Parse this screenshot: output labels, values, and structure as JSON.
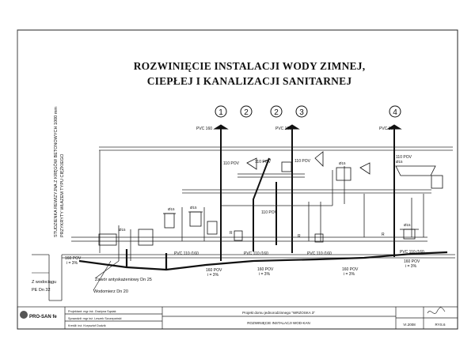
{
  "title": {
    "line1": "ROZWINIĘCIE  INSTALACJI WODY ZIMNEJ,",
    "line2": "CIEPŁEJ I KANALIZACJI SANITARNEJ"
  },
  "risers": [
    "1",
    "2",
    "2",
    "3",
    "4"
  ],
  "side_note": {
    "line1": "STUDZIENKA REWIZYJNA Z KRĘGÓW BETONOWYCH 1000 mm",
    "line2": "PRZYKRYTY WŁAZEM TYPU CIĘŻKIEGO"
  },
  "pipe_labels": {
    "vent1": "PVC 160",
    "vent2": "PVC 160",
    "vent3": "PVC 160",
    "pov1": "110 POV",
    "pov2": "110 POV",
    "pov3": "110 POV",
    "pov4": "110 POV",
    "pov5": "110 POV",
    "main1": "PVC 110 /160",
    "main2": "PVC 110 /160",
    "main3": "PVC 110 /160",
    "main4": "PVC 110 /160",
    "slope1": "160 POV",
    "slope1b": "i = 3%",
    "slope2": "160 POV",
    "slope2b": "i = 3%",
    "slope3": "160 POV",
    "slope3b": "i = 3%",
    "slope4": "160 POV",
    "slope4b": "i = 3%",
    "left_slope": "160 POV",
    "left_slope_b": "i = 3%"
  },
  "annotations": {
    "valve": "Zawór antyskażeniowy  Dn 25",
    "meter": "Wodomierz  Dn 20",
    "water_conn": "Z wodociągu",
    "water_pipe": "PE Dn 32"
  },
  "title_block": {
    "logo": "PRO-SAN fe",
    "row1": "Projektant: mgr inż. Grażyna Sąsiak",
    "row2": "Sprawdził: mgr inż. Leszek Szczepański",
    "row3": "Kreślił: inż. Krzysztof Dudzik",
    "project": "Projekt domu jednorodzinnego \"WRZOSKA 3\"",
    "drawing": "ROZWINIĘCIE INSTALACJI WOD-KAN",
    "date": "VI.2008",
    "sheet": "RYS.6"
  }
}
